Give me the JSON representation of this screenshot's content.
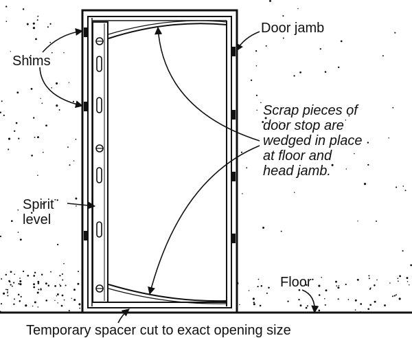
{
  "labels": {
    "door_jamb": "Door jamb",
    "shims": "Shims",
    "note_lines": [
      "Scrap pieces of",
      "door stop are",
      "wedged in place",
      "at floor and",
      "head jamb."
    ],
    "spirit_level": [
      "Spirit",
      "level"
    ],
    "floor": "Floor",
    "spacer": "Temporary spacer cut to exact opening size"
  },
  "colors": {
    "ink": "#111111",
    "background": "#ffffff"
  }
}
